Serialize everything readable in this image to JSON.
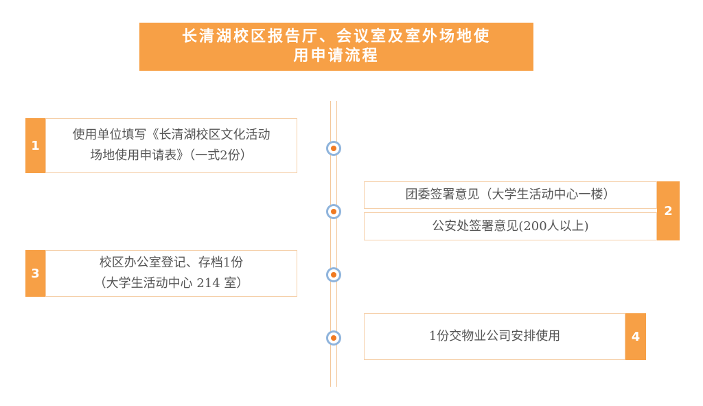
{
  "title": {
    "line1": "长清湖校区报告厅、会议室及室外场地使",
    "line2": "用申请流程"
  },
  "steps": [
    {
      "number": "1",
      "lines": [
        "使用单位填写《长清湖校区文化活动",
        "场地使用申请表》（一式2份）"
      ]
    },
    {
      "number": "2",
      "lines": [
        "团委签署意见（大学生活动中心一楼）",
        "公安处签署意见(200人以上)"
      ]
    },
    {
      "number": "3",
      "lines": [
        "校区办公室登记、存档1份",
        "（大学生活动中心 214 室）"
      ]
    },
    {
      "number": "4",
      "lines": [
        "1份交物业公司安排使用"
      ]
    }
  ],
  "colors": {
    "accent": "#f7a046",
    "border": "#f5cfa8",
    "dot_ring": "#8fb4dc",
    "dot_center": "#f07a22"
  }
}
